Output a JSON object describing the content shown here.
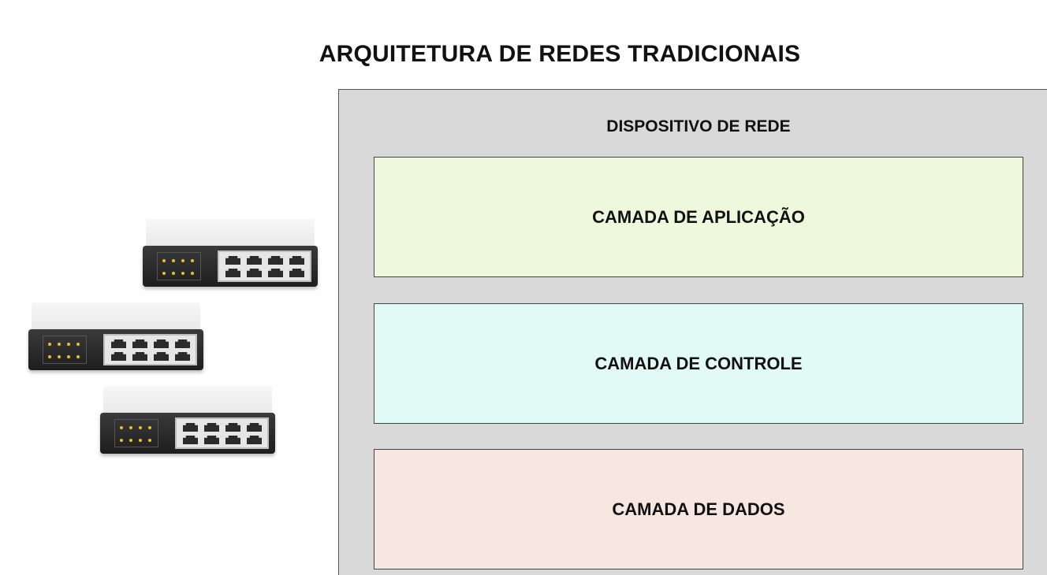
{
  "title": "ARQUITETURA DE REDES TRADICIONAIS",
  "device": {
    "label": "DISPOSITIVO DE REDE",
    "layers": [
      {
        "label": "CAMADA DE APLICAÇÃO",
        "color": "#eef8dd"
      },
      {
        "label": "CAMADA DE CONTROLE",
        "color": "#e2faf6"
      },
      {
        "label": "CAMADA DE DADOS",
        "color": "#f6e8e0"
      }
    ]
  },
  "switches": [
    {
      "icon": "network-switch-icon"
    },
    {
      "icon": "network-switch-icon"
    },
    {
      "icon": "network-switch-icon"
    }
  ],
  "colors": {
    "device_background": "#d9d9d9",
    "led": "#e8c21a"
  }
}
